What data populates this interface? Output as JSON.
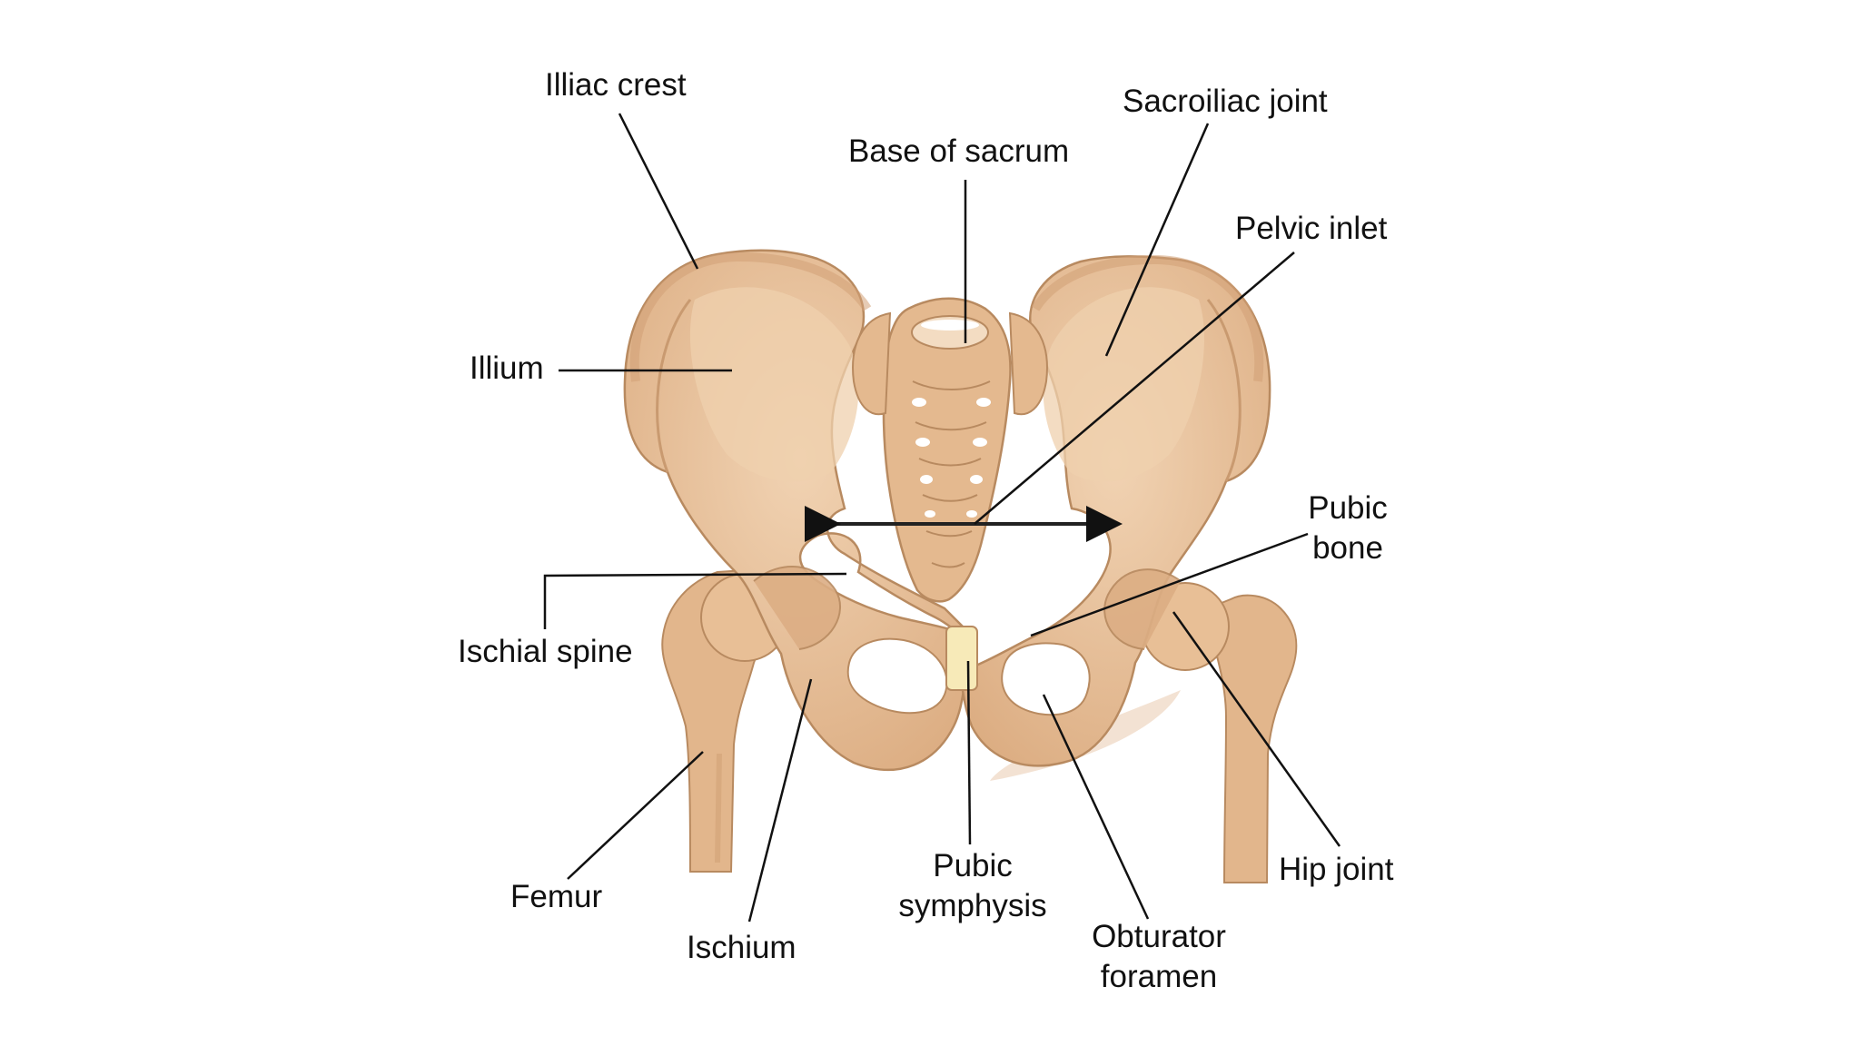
{
  "labels": {
    "iliac_crest": "Illiac crest",
    "base_of_sacrum": "Base of sacrum",
    "sacroiliac_joint": "Sacroiliac joint",
    "pelvic_inlet": "Pelvic inlet",
    "ilium": "Illium",
    "pubic_bone": [
      "Pubic",
      "bone"
    ],
    "ischial_spine": "Ischial spine",
    "femur": "Femur",
    "ischium": "Ischium",
    "pubic_symphysis": [
      "Pubic",
      "symphysis"
    ],
    "obturator_foramen": [
      "Obturator",
      "foramen"
    ],
    "hip_joint": "Hip joint"
  },
  "colors": {
    "bone": "#e8bf96",
    "bone_light": "#f0d2b2",
    "bone_shadow": "#d2a176",
    "outline": "#b88a60",
    "cartilage": "#f7eab8",
    "leader_line": "#111111"
  }
}
